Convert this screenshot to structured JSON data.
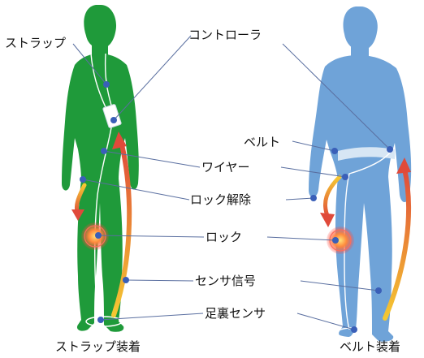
{
  "labels": {
    "strap": "ストラップ",
    "controller": "コントローラ",
    "belt": "ベルト",
    "wire": "ワイヤー",
    "unlock": "ロック解除",
    "lock": "ロック",
    "sensor_signal": "センサ信号",
    "sole_sensor": "足裏センサ"
  },
  "captions": {
    "left": "ストラップ装着",
    "right": "ベルト装着"
  },
  "colors": {
    "left_figure": "#1f9a3a",
    "right_figure": "#6fa3d8",
    "wire": "#ffffff",
    "callout_dot": "#3a5fb8",
    "callout_line": "#5a6fa0",
    "lock_glow": "#ff5a3c",
    "arrow_start": "#f2c230",
    "arrow_end": "#e0503a"
  }
}
